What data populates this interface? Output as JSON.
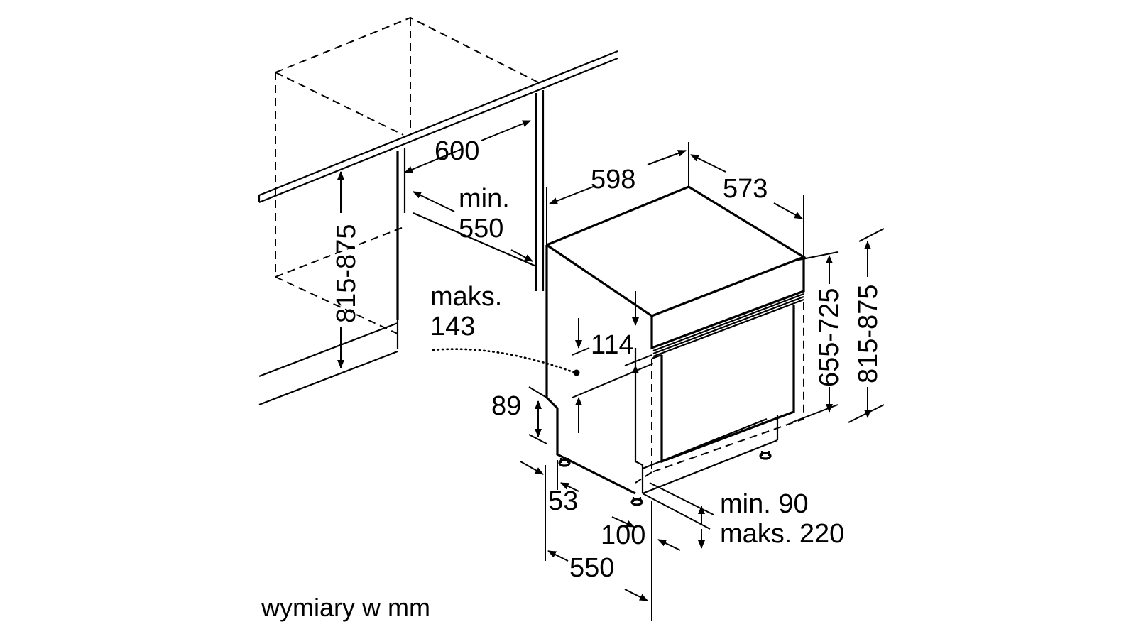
{
  "dimensions": {
    "niche_width": "600",
    "niche_depth_min": "min.",
    "niche_depth_value": "550",
    "niche_height": "815-875",
    "device_width": "598",
    "device_depth": "573",
    "device_height_without_top": "655-725",
    "device_height_total": "815-875",
    "panel_height": "114",
    "cutout_height": "maks.",
    "cutout_height_value": "143",
    "base_height": "89",
    "foot_offset": "53",
    "foot_depth": "100",
    "door_depth": "550",
    "plinth_min": "min. 90",
    "plinth_max": "maks. 220"
  },
  "caption": "wymiary w mm",
  "colors": {
    "line": "#000000",
    "background": "#ffffff"
  }
}
